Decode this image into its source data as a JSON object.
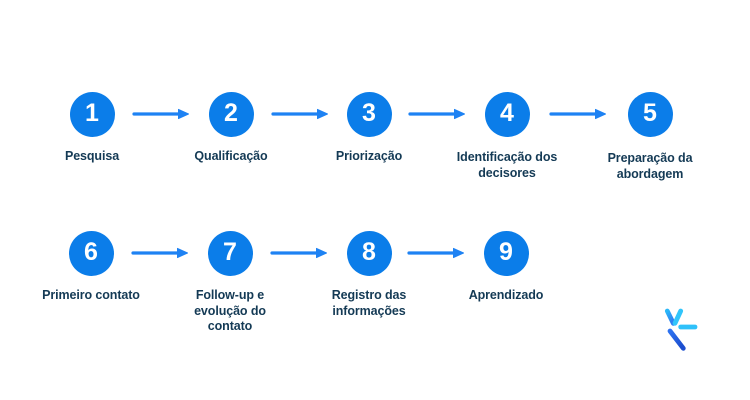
{
  "diagram": {
    "type": "process-flow",
    "language": "pt-BR",
    "rows": 2,
    "steps": [
      {
        "number": "1",
        "label": "Pesquisa"
      },
      {
        "number": "2",
        "label": "Qualificação"
      },
      {
        "number": "3",
        "label": "Priorização"
      },
      {
        "number": "4",
        "label": "Identificação dos\ndecisores"
      },
      {
        "number": "5",
        "label": "Preparação da\nabordagem"
      },
      {
        "number": "6",
        "label": "Primeiro contato"
      },
      {
        "number": "7",
        "label": "Follow-up e\nevolução do\ncontato"
      },
      {
        "number": "8",
        "label": "Registro das\ninformações"
      },
      {
        "number": "9",
        "label": "Aprendizado"
      }
    ],
    "connector": "right-arrow"
  },
  "colors": {
    "background": "#ffffff",
    "circle_fill": "#0b7de9",
    "circle_number": "#ffffff",
    "arrow": "#1e82f3",
    "label_text": "#143a55",
    "logo_cyan": "#2fc1fa",
    "logo_blue": "#2f7ef2",
    "logo_dark_blue": "#1c4ecf"
  },
  "logo": {
    "icon": "asterisk-brand-mark"
  }
}
